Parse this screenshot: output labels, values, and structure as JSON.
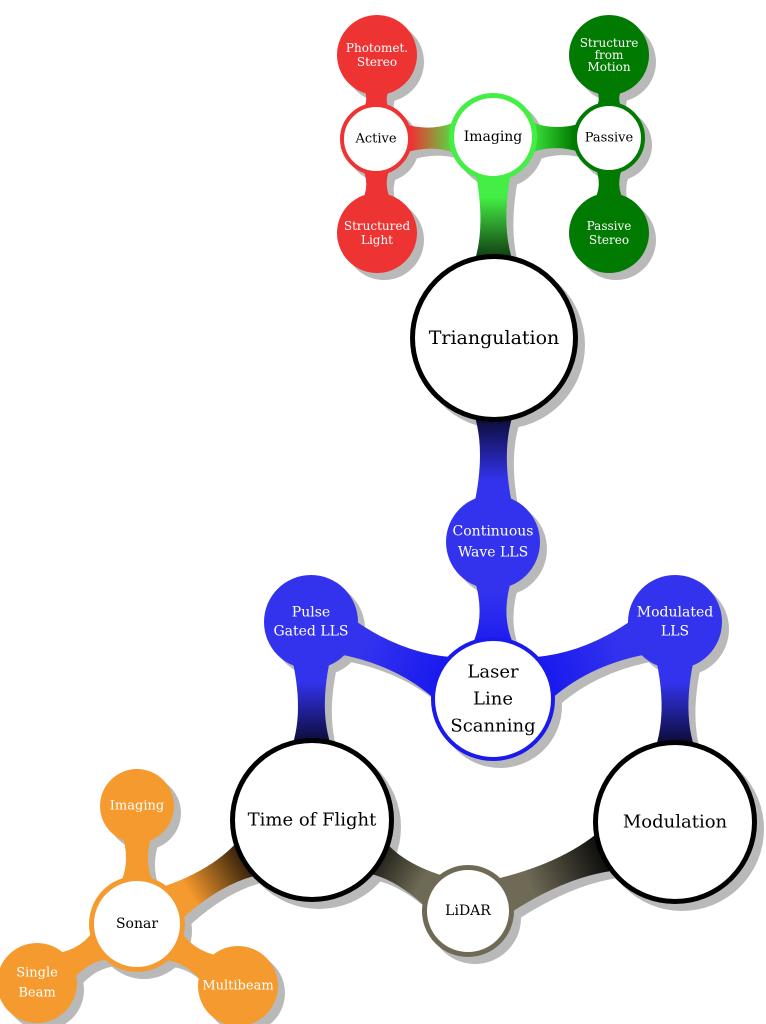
{
  "nodes": [
    {
      "id": "triangulation",
      "lines": [
        "Triangulation"
      ],
      "fill": "#ffffff",
      "stroke": "#000000",
      "text_color": "#000000"
    },
    {
      "id": "imaging-top",
      "lines": [
        "Imaging"
      ],
      "fill": "#ffffff",
      "stroke": "#44ee44",
      "text_color": "#000000"
    },
    {
      "id": "active",
      "lines": [
        "Active"
      ],
      "fill": "#ffffff",
      "stroke": "#ee3333",
      "text_color": "#000000"
    },
    {
      "id": "passive",
      "lines": [
        "Passive"
      ],
      "fill": "#ffffff",
      "stroke": "#007a00",
      "text_color": "#000000"
    },
    {
      "id": "photometric-stereo",
      "lines": [
        "Photomet.",
        "Stereo"
      ],
      "fill": "#ee3333",
      "stroke": "#ee3333",
      "text_color": "#ffffff"
    },
    {
      "id": "structured-light",
      "lines": [
        "Structured",
        "Light"
      ],
      "fill": "#ee3333",
      "stroke": "#ee3333",
      "text_color": "#ffffff"
    },
    {
      "id": "structure-from-motion",
      "lines": [
        "Structure",
        "from",
        "Motion"
      ],
      "fill": "#007a00",
      "stroke": "#007a00",
      "text_color": "#ffffff"
    },
    {
      "id": "passive-stereo",
      "lines": [
        "Passive",
        "Stereo"
      ],
      "fill": "#007a00",
      "stroke": "#007a00",
      "text_color": "#ffffff"
    },
    {
      "id": "continuous-wave-lls",
      "lines": [
        "Continuous",
        "Wave LLS"
      ],
      "fill": "#3333ee",
      "stroke": "#3333ee",
      "text_color": "#ffffff"
    },
    {
      "id": "laser-line-scanning",
      "lines": [
        "Laser",
        "Line",
        "Scanning"
      ],
      "fill": "#ffffff",
      "stroke": "#1a1aee",
      "text_color": "#000000"
    },
    {
      "id": "pulse-gated-lls",
      "lines": [
        "Pulse",
        "Gated LLS"
      ],
      "fill": "#3333ee",
      "stroke": "#3333ee",
      "text_color": "#ffffff"
    },
    {
      "id": "modulated-lls",
      "lines": [
        "Modulated",
        "LLS"
      ],
      "fill": "#3333ee",
      "stroke": "#3333ee",
      "text_color": "#ffffff"
    },
    {
      "id": "time-of-flight",
      "lines": [
        "Time of Flight"
      ],
      "fill": "#ffffff",
      "stroke": "#000000",
      "text_color": "#000000"
    },
    {
      "id": "modulation",
      "lines": [
        "Modulation"
      ],
      "fill": "#ffffff",
      "stroke": "#000000",
      "text_color": "#000000"
    },
    {
      "id": "lidar",
      "lines": [
        "LiDAR"
      ],
      "fill": "#ffffff",
      "stroke": "#6e6a55",
      "text_color": "#000000"
    },
    {
      "id": "sonar",
      "lines": [
        "Sonar"
      ],
      "fill": "#ffffff",
      "stroke": "#f59a2e",
      "text_color": "#000000"
    },
    {
      "id": "imaging-sonar",
      "lines": [
        "Imaging"
      ],
      "fill": "#f59a2e",
      "stroke": "#f59a2e",
      "text_color": "#ffffff"
    },
    {
      "id": "single-beam",
      "lines": [
        "Single",
        "Beam"
      ],
      "fill": "#f59a2e",
      "stroke": "#f59a2e",
      "text_color": "#ffffff"
    },
    {
      "id": "multibeam",
      "lines": [
        "Multibeam"
      ],
      "fill": "#f59a2e",
      "stroke": "#f59a2e",
      "text_color": "#ffffff"
    }
  ],
  "edges": [
    {
      "from": "triangulation",
      "to": "imaging-top",
      "color_from": "#000000",
      "color_to": "#44ee44"
    },
    {
      "from": "imaging-top",
      "to": "active",
      "color_from": "#44ee44",
      "color_to": "#ee3333"
    },
    {
      "from": "imaging-top",
      "to": "passive",
      "color_from": "#44ee44",
      "color_to": "#007a00"
    },
    {
      "from": "active",
      "to": "photometric-stereo",
      "color_from": "#ee3333",
      "color_to": "#ee3333"
    },
    {
      "from": "active",
      "to": "structured-light",
      "color_from": "#ee3333",
      "color_to": "#ee3333"
    },
    {
      "from": "passive",
      "to": "structure-from-motion",
      "color_from": "#007a00",
      "color_to": "#007a00"
    },
    {
      "from": "passive",
      "to": "passive-stereo",
      "color_from": "#007a00",
      "color_to": "#007a00"
    },
    {
      "from": "triangulation",
      "to": "continuous-wave-lls",
      "color_from": "#000000",
      "color_to": "#3333ee"
    },
    {
      "from": "continuous-wave-lls",
      "to": "laser-line-scanning",
      "color_from": "#3333ee",
      "color_to": "#1a1aee"
    },
    {
      "from": "laser-line-scanning",
      "to": "pulse-gated-lls",
      "color_from": "#1a1aee",
      "color_to": "#3333ee"
    },
    {
      "from": "laser-line-scanning",
      "to": "modulated-lls",
      "color_from": "#1a1aee",
      "color_to": "#3333ee"
    },
    {
      "from": "pulse-gated-lls",
      "to": "time-of-flight",
      "color_from": "#3333ee",
      "color_to": "#000000"
    },
    {
      "from": "modulated-lls",
      "to": "modulation",
      "color_from": "#3333ee",
      "color_to": "#000000"
    },
    {
      "from": "time-of-flight",
      "to": "lidar",
      "color_from": "#000000",
      "color_to": "#6e6a55"
    },
    {
      "from": "modulation",
      "to": "lidar",
      "color_from": "#000000",
      "color_to": "#6e6a55"
    },
    {
      "from": "time-of-flight",
      "to": "sonar",
      "color_from": "#000000",
      "color_to": "#f59a2e"
    },
    {
      "from": "sonar",
      "to": "imaging-sonar",
      "color_from": "#f59a2e",
      "color_to": "#f59a2e"
    },
    {
      "from": "sonar",
      "to": "single-beam",
      "color_from": "#f59a2e",
      "color_to": "#f59a2e"
    },
    {
      "from": "sonar",
      "to": "multibeam",
      "color_from": "#f59a2e",
      "color_to": "#f59a2e"
    }
  ]
}
